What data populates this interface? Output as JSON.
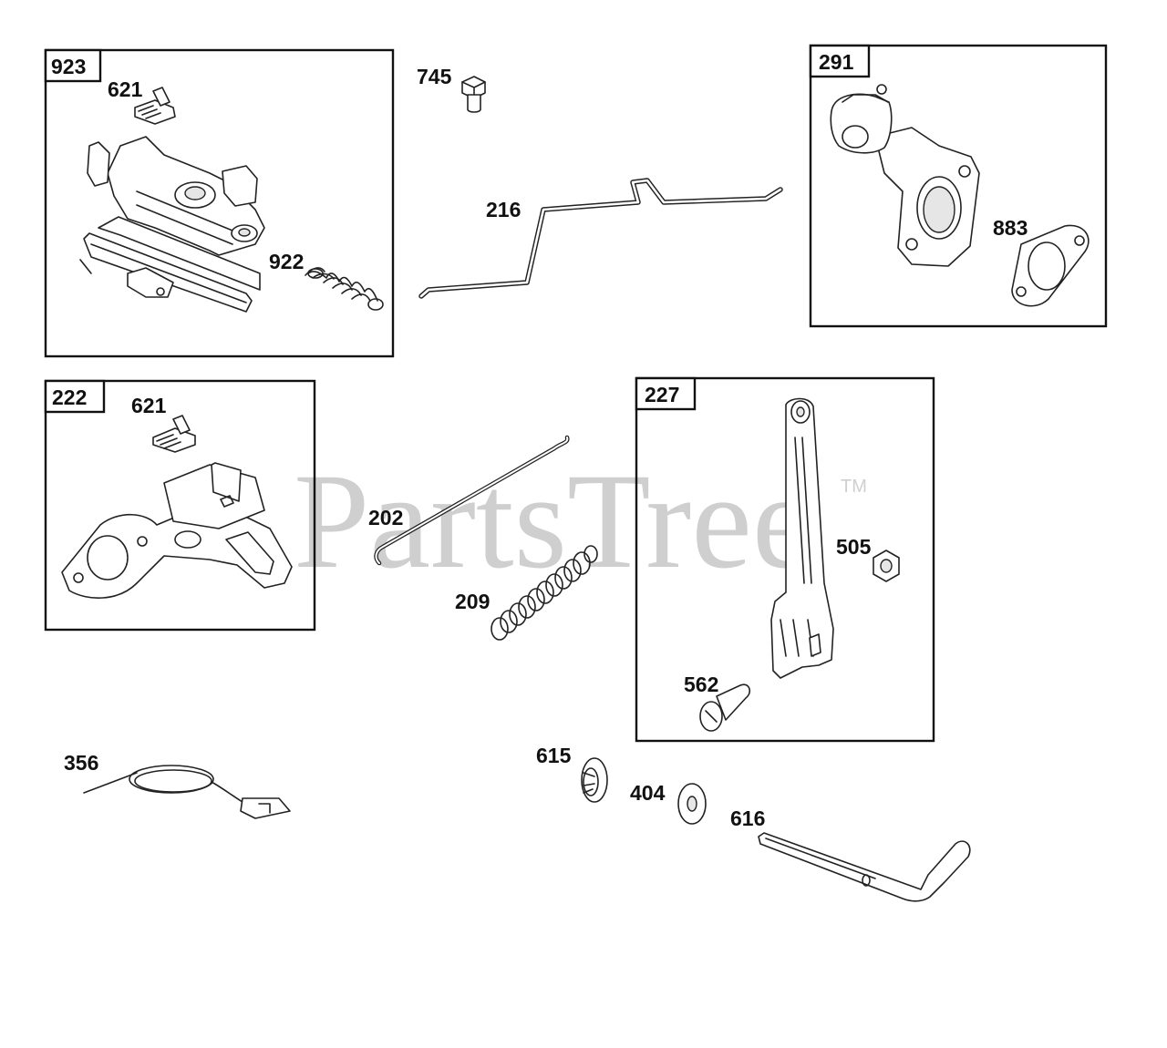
{
  "watermark": {
    "text": "PartsTree",
    "tm": "TM"
  },
  "groups": [
    {
      "id": "923",
      "label": "923"
    },
    {
      "id": "291",
      "label": "291"
    },
    {
      "id": "222",
      "label": "222"
    },
    {
      "id": "227",
      "label": "227"
    }
  ],
  "parts": [
    {
      "id": "621a",
      "label": "621"
    },
    {
      "id": "922",
      "label": "922"
    },
    {
      "id": "745",
      "label": "745"
    },
    {
      "id": "216",
      "label": "216"
    },
    {
      "id": "883",
      "label": "883"
    },
    {
      "id": "621b",
      "label": "621"
    },
    {
      "id": "202",
      "label": "202"
    },
    {
      "id": "209",
      "label": "209"
    },
    {
      "id": "505",
      "label": "505"
    },
    {
      "id": "562",
      "label": "562"
    },
    {
      "id": "356",
      "label": "356"
    },
    {
      "id": "615",
      "label": "615"
    },
    {
      "id": "404",
      "label": "404"
    },
    {
      "id": "616",
      "label": "616"
    }
  ]
}
